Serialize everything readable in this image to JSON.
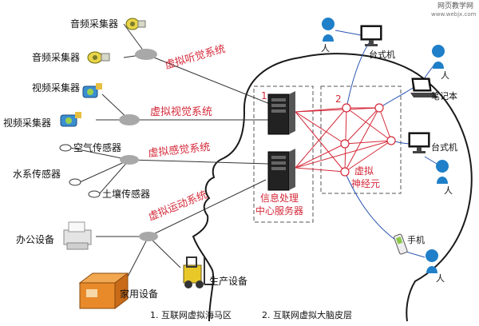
{
  "watermark": {
    "line1": "网页教学网",
    "line2": "www.webjx.com"
  },
  "left_labels": {
    "audio1": "音频采集器",
    "audio2": "音频采集器",
    "video1": "视频采集器",
    "video2": "视频采集器",
    "air": "空气传感器",
    "water": "水系传感器",
    "soil": "土壤传感器",
    "office": "办公设备",
    "home": "家用设备",
    "production": "生产设备"
  },
  "systems": {
    "hearing": "虚拟听觉系统",
    "visual": "虚拟视觉系统",
    "sense": "虚拟感觉系统",
    "motion": "虚拟运动系统"
  },
  "boxes": {
    "box1_num": "1",
    "box2_num": "2",
    "server_caption_line1": "信息处理",
    "server_caption_line2": "中心服务器",
    "neuron_line1": "虚拟",
    "neuron_line2": "神经元"
  },
  "right_labels": {
    "person_top": "人",
    "desktop1": "台式机",
    "person2": "人",
    "laptop": "笔记本",
    "desktop2": "台式机",
    "person3": "人",
    "phone": "手机",
    "person4": "人"
  },
  "captions": {
    "c1": "1. 互联网虚拟海马区",
    "c2": "2. 互联网虚拟大脑皮层"
  },
  "colors": {
    "system_text": "#d42a3a",
    "red_links": "#d42a3a",
    "blue_links": "#2a55b0",
    "hub": "#a8a8a8",
    "person": "#1f7fc8"
  }
}
